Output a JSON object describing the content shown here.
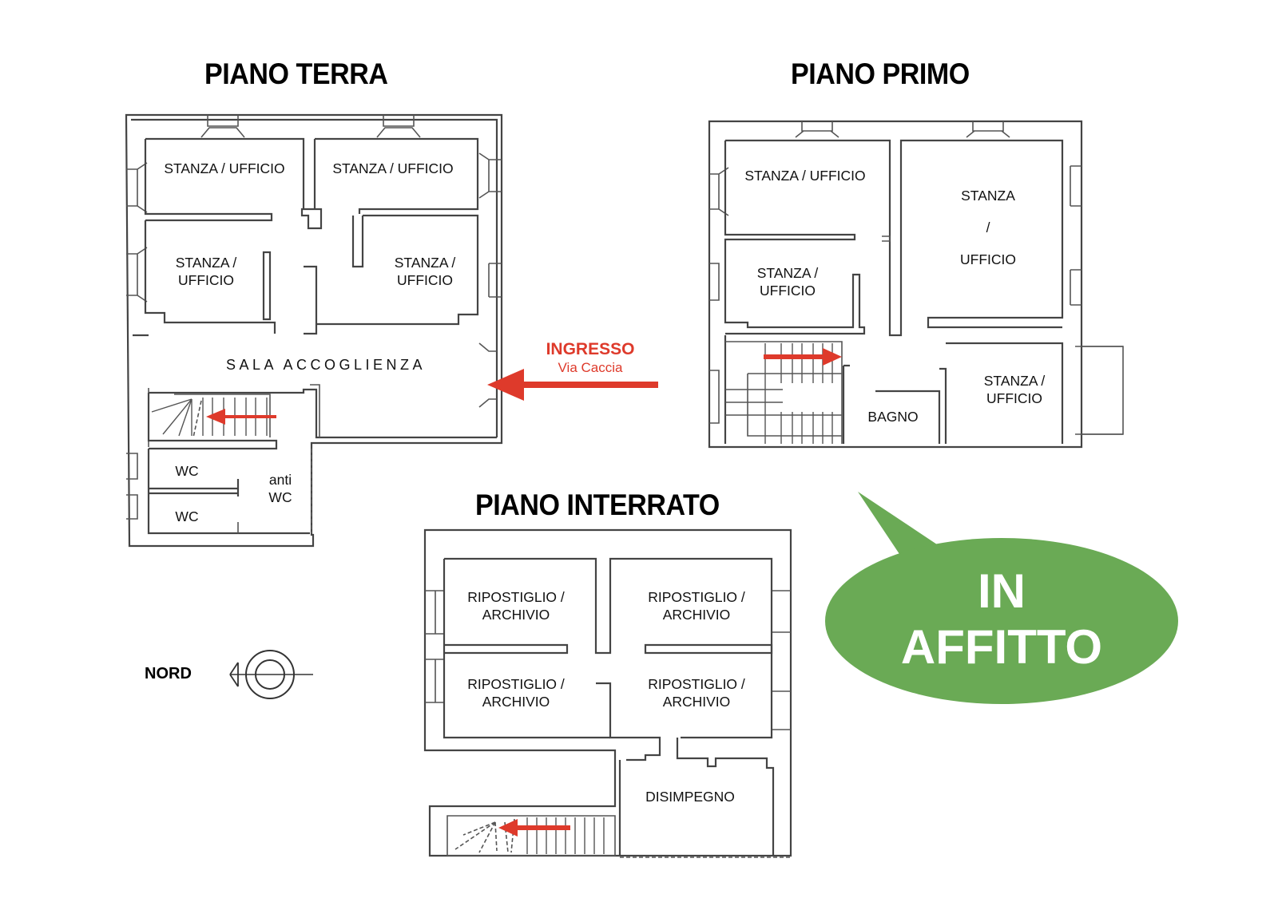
{
  "floors": {
    "ground": {
      "title": "PIANO TERRA",
      "rooms": {
        "top_left": "STANZA / UFFICIO",
        "top_right": "STANZA / UFFICIO",
        "mid_left_1": "STANZA /",
        "mid_left_2": "UFFICIO",
        "mid_right_1": "STANZA /",
        "mid_right_2": "UFFICIO",
        "hall": "SALA ACCOGLIENZA",
        "wc_1": "WC",
        "wc_2": "WC",
        "anti_1": "anti",
        "anti_2": "WC"
      }
    },
    "first": {
      "title": "PIANO PRIMO",
      "rooms": {
        "top_left": "STANZA / UFFICIO",
        "big_1": "STANZA",
        "big_2": "/",
        "big_3": "UFFICIO",
        "mid_left_1": "STANZA /",
        "mid_left_2": "UFFICIO",
        "bath": "BAGNO",
        "bottom_right_1": "STANZA /",
        "bottom_right_2": "UFFICIO"
      }
    },
    "basement": {
      "title": "PIANO INTERRATO",
      "rooms": {
        "r1_1": "RIPOSTIGLIO /",
        "r1_2": "ARCHIVIO",
        "r2_1": "RIPOSTIGLIO /",
        "r2_2": "ARCHIVIO",
        "r3_1": "RIPOSTIGLIO /",
        "r3_2": "ARCHIVIO",
        "r4_1": "RIPOSTIGLIO /",
        "r4_2": "ARCHIVIO",
        "hall": "DISIMPEGNO"
      }
    }
  },
  "entrance": {
    "label": "INGRESSO",
    "street": "Via Caccia",
    "color": "#de3a2b"
  },
  "compass": {
    "label": "NORD",
    "icon": "north-arrow-icon"
  },
  "badge": {
    "line1": "IN",
    "line2": "AFFITTO",
    "color": "#6aaa55"
  }
}
